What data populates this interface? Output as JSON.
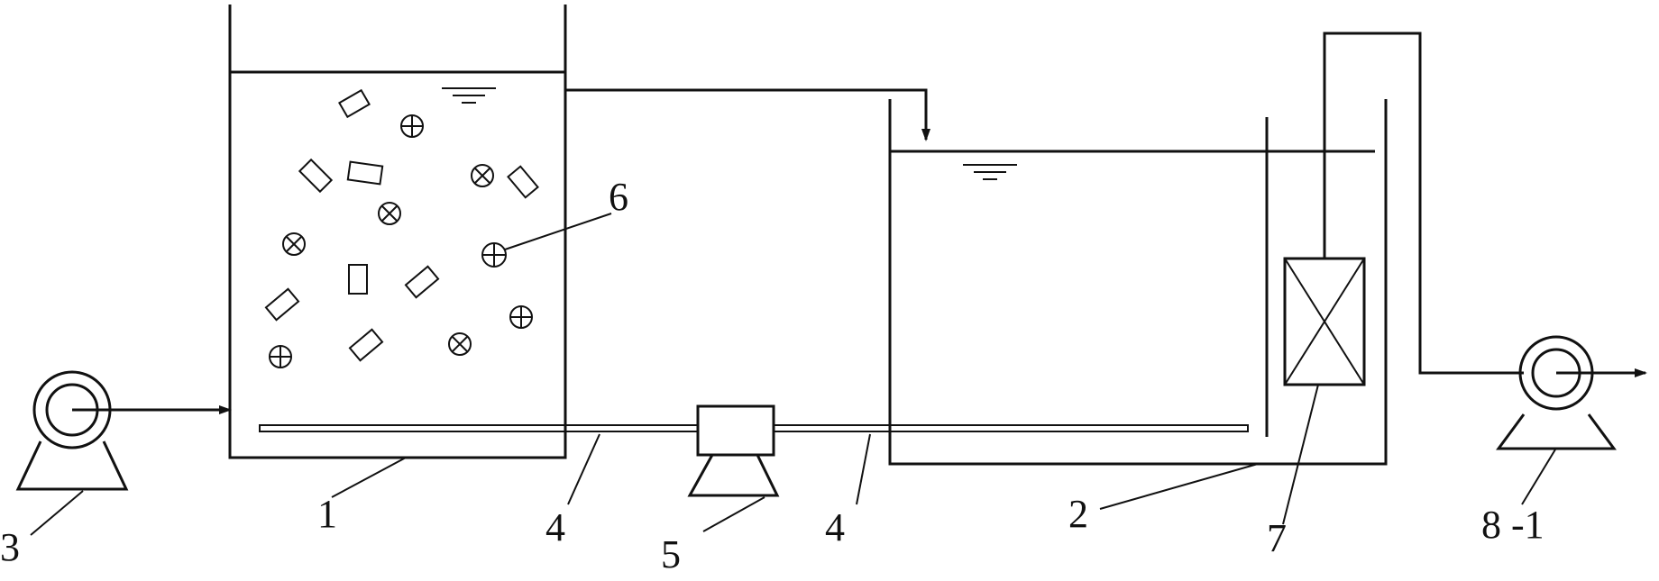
{
  "diagram": {
    "labels": {
      "tank_1": "1",
      "tank_2": "2",
      "pump_3": "3",
      "pipe_4a": "4",
      "pipe_4b": "4",
      "blower_5": "5",
      "media_6": "6",
      "membrane_7": "7",
      "pump_8": "8 -1"
    },
    "colors": {
      "line": "#111111",
      "background": "#ffffff"
    }
  }
}
